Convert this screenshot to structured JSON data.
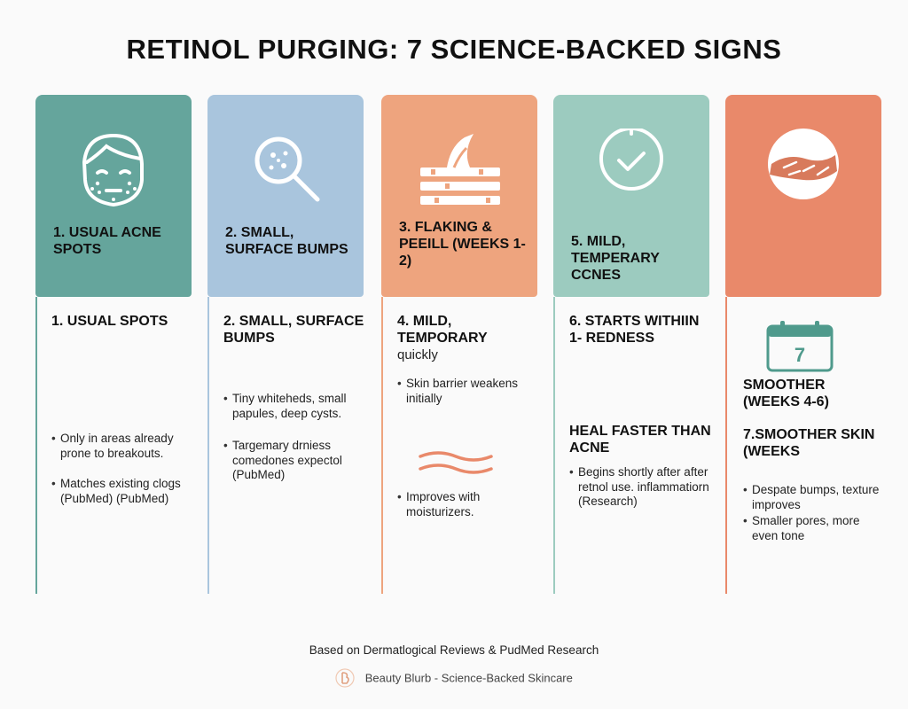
{
  "title": "RETINOL PURGING: 7 SCIENCE-BACKED SIGNS",
  "colors": {
    "col1": "#65a59c",
    "col2": "#a9c5dd",
    "col3": "#eea47e",
    "col4": "#9ccbbf",
    "col5": "#e9896a"
  },
  "columns": [
    {
      "icon": "face-spots-icon",
      "header": "1. USUAL ACNE SPOTS",
      "body_title": "1. USUAL SPOTS",
      "bullets": [
        "Only in areas already prone to breakouts.",
        "Matches existing clogs  (PubMed) (PubMed)"
      ]
    },
    {
      "icon": "magnifier-icon",
      "header": "2. SMALL, SURFACE BUMPS",
      "body_title": "2. SMALL, SURFACE BUMPS",
      "bullets": [
        "Tiny whiteheds, small papules, deep cysts.",
        "Targemary drniess comedones expectol (PubMed)"
      ]
    },
    {
      "icon": "skin-layer-icon",
      "header": "3. FLAKING & PEEILL (WEEKS 1-2)",
      "body_title": "4. MILD, TEMPORARY",
      "body_sub": "quickly",
      "bullets": [
        "Skin barrier weakens initially",
        "Improves with moisturizers."
      ],
      "wave_icon": "wave-icon"
    },
    {
      "icon": "clock-check-icon",
      "header": "5. MILD, TEMPERARY CCNES",
      "body_title": "6. STARTS WITHIIN 1- REDNESS",
      "extra_title": "HEAL FASTER THAN ACNE",
      "bullets": [
        "Begins shortly after after retnol use. inflammatiorn (Research)"
      ]
    },
    {
      "icon": "smooth-skin-icon",
      "header": "",
      "calendar_number": "7",
      "body_title": "SMOOTHER (WEEKS 4-6)",
      "extra_title": "7.SMOOTHER SKIN (WEEKS",
      "bullets": [
        "Despate bumps, texture improves",
        "Smaller pores, more even tone"
      ]
    }
  ],
  "footer": {
    "note": "Based on Dermatlogical Reviews & PudMed Research",
    "brand": "Beauty Blurb - Science-Backed Skincare",
    "brand_logo": "beauty-blurb-logo-icon"
  }
}
